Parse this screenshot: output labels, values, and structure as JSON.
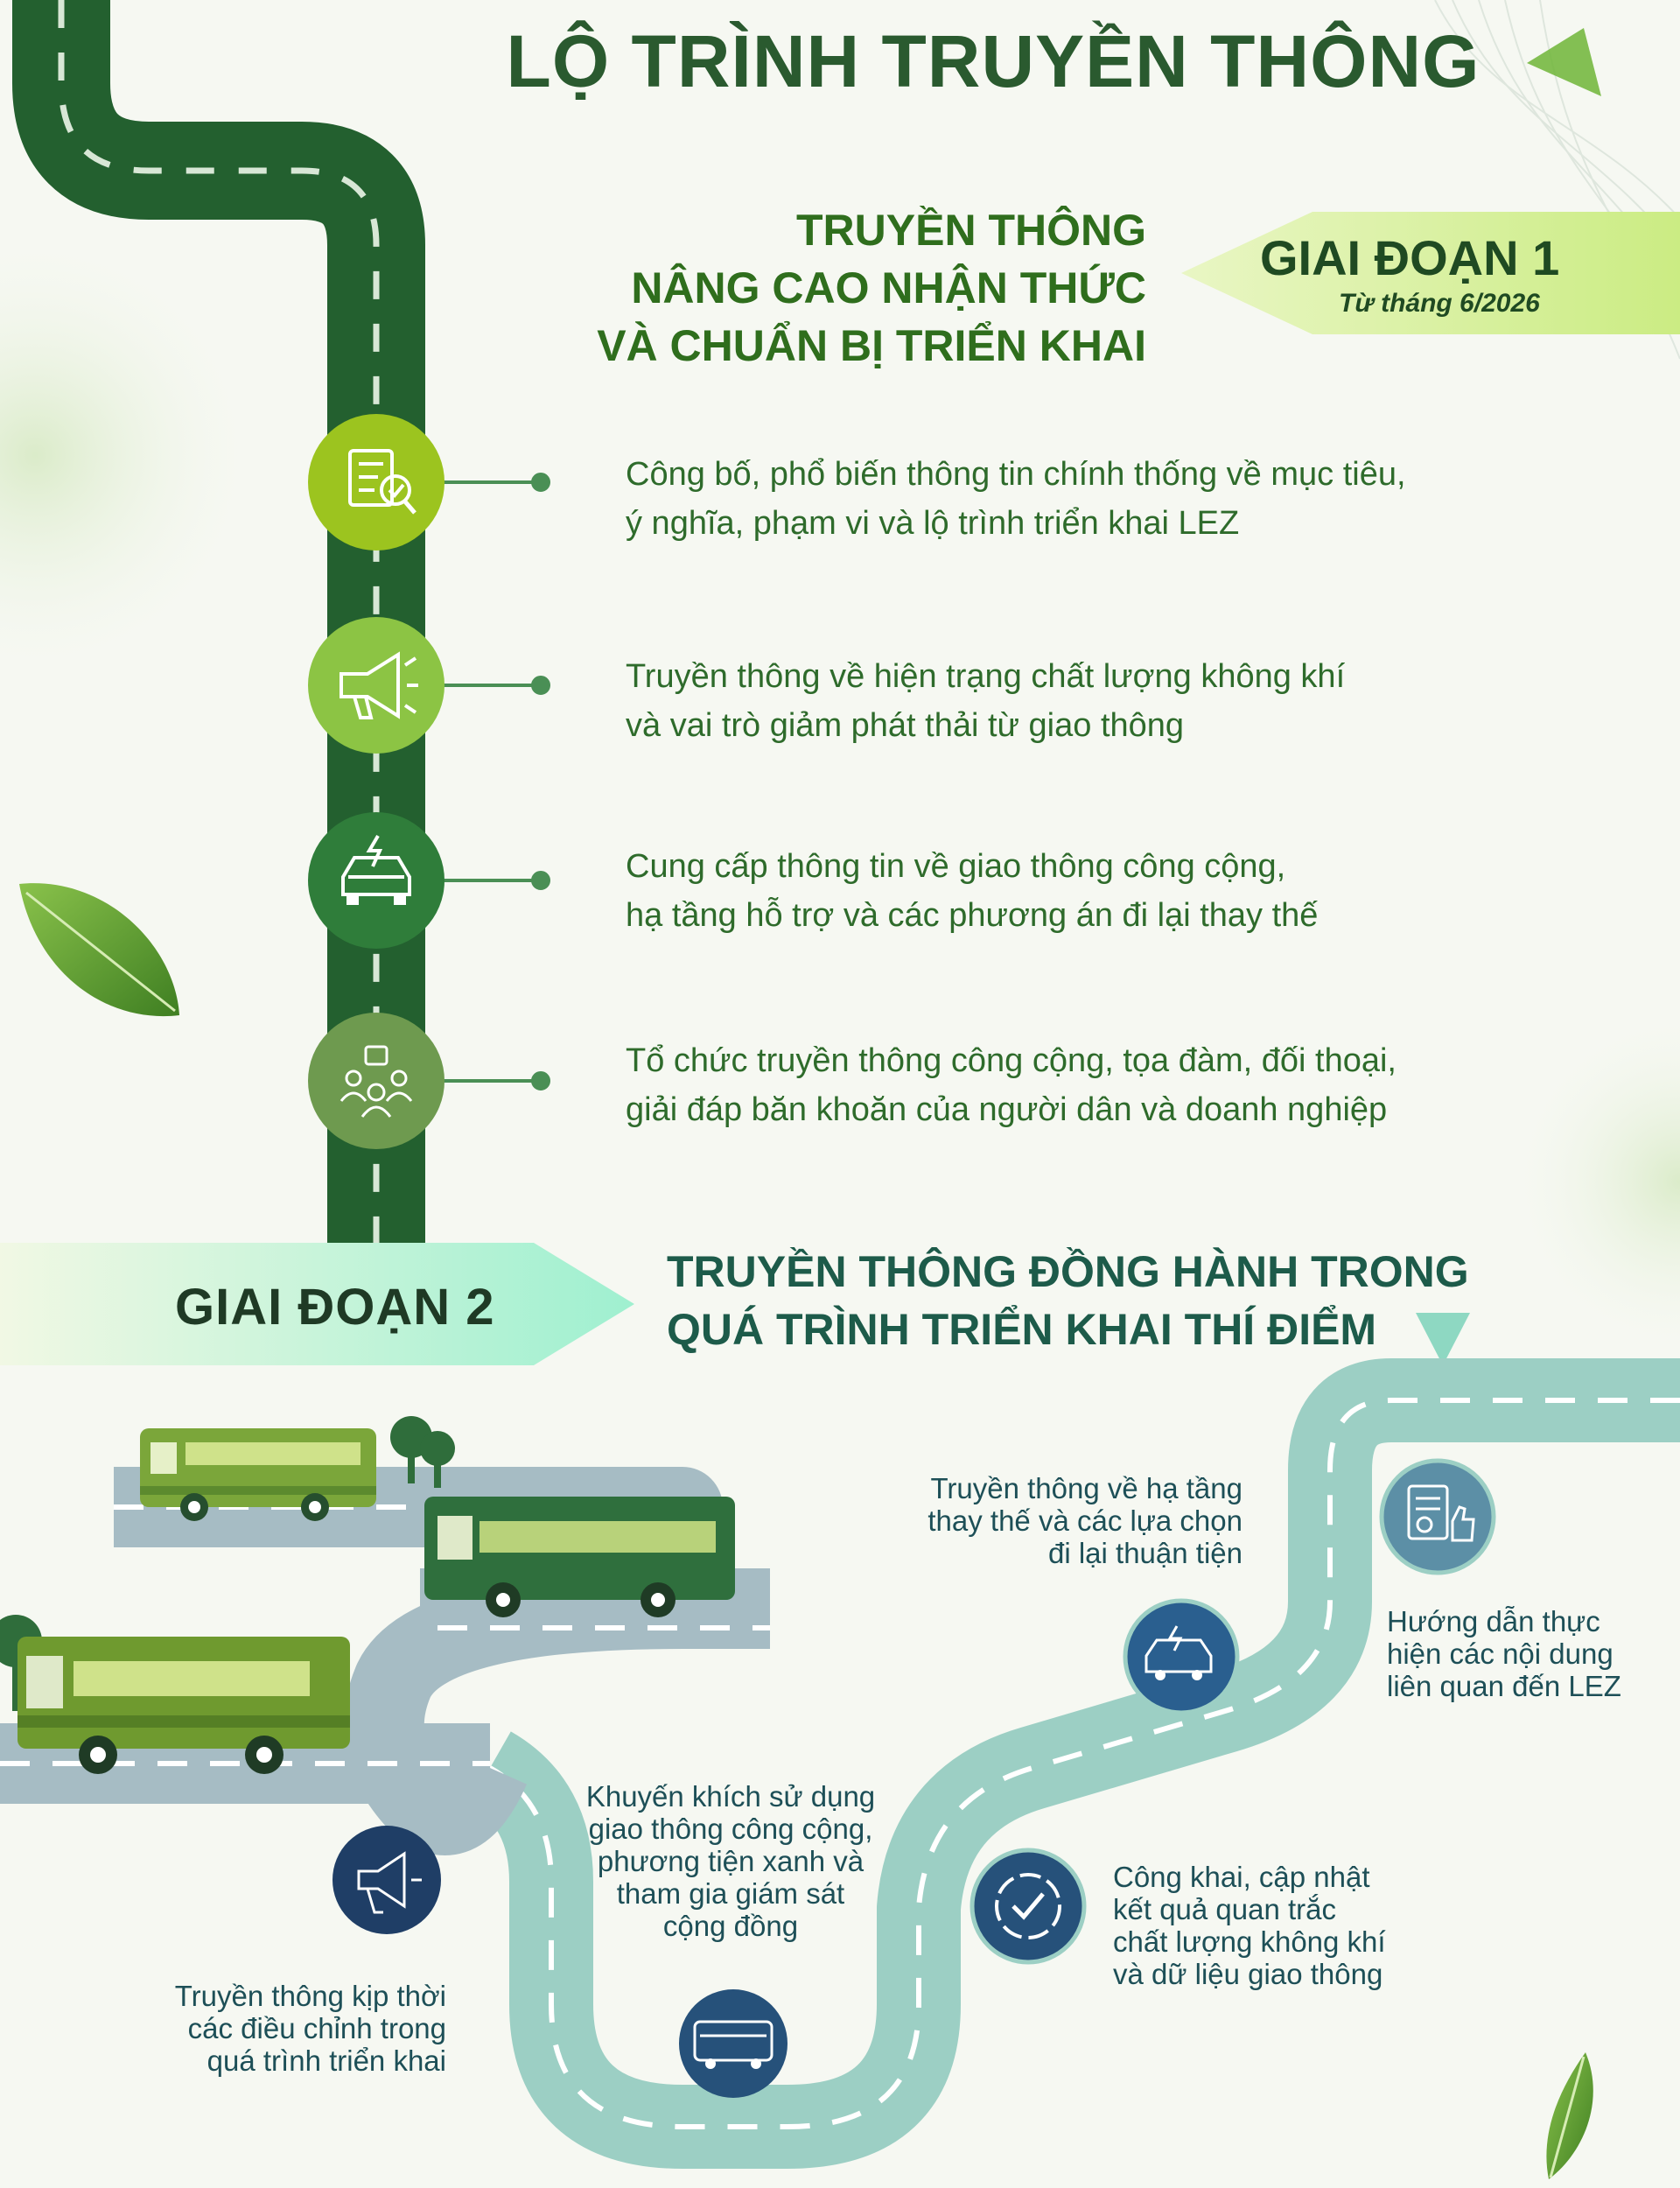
{
  "title": "LỘ TRÌNH TRUYỀN THÔNG",
  "phase1": {
    "label": "GIAI ĐOẠN 1",
    "date": "Từ tháng 6/2026",
    "title_lines": [
      "TRUYỀN THÔNG",
      "NÂNG CAO NHẬN THỨC",
      "VÀ CHUẨN BỊ TRIỂN KHAI"
    ],
    "items": [
      {
        "icon": "checklist-icon",
        "lines": [
          "Công bố, phổ biến thông tin chính thống về mục tiêu,",
          "ý nghĩa, phạm vi và lộ trình triển khai LEZ"
        ]
      },
      {
        "icon": "megaphone-icon",
        "lines": [
          "Truyền thông về hiện trạng chất lượng không khí",
          "và vai trò giảm phát thải từ giao thông"
        ]
      },
      {
        "icon": "electric-car-icon",
        "lines": [
          "Cung cấp thông tin về giao thông công cộng,",
          "hạ tầng hỗ trợ và các phương án đi lại thay thế"
        ]
      },
      {
        "icon": "people-network-icon",
        "lines": [
          "Tổ chức truyền thông công cộng, tọa đàm, đối thoại,",
          "giải đáp băn khoăn của người dân và doanh nghiệp"
        ]
      }
    ]
  },
  "phase2": {
    "label": "GIAI ĐOẠN 2",
    "title_lines": [
      "TRUYỀN THÔNG ĐỒNG HÀNH TRONG",
      "QUÁ TRÌNH TRIỂN KHAI THÍ ĐIỂM"
    ],
    "items": [
      {
        "icon": "megaphone-hand-icon",
        "lines": [
          "Truyền thông kịp thời",
          "các điều chỉnh trong",
          "quá trình triển khai"
        ]
      },
      {
        "icon": "bus-icon",
        "lines": [
          "Khuyến khích sử dụng",
          "giao thông công cộng,",
          "phương tiện xanh và",
          "tham gia giám sát",
          "cộng đồng"
        ]
      },
      {
        "icon": "check-cycle-icon",
        "lines": [
          "Công khai, cập nhật",
          "kết quả quan trắc",
          "chất lượng không khí",
          "và dữ liệu giao thông"
        ]
      },
      {
        "icon": "ev-charging-icon",
        "lines": [
          "Truyền thông về hạ tầng",
          "thay thế và các lựa chọn",
          "đi lại thuận tiện"
        ]
      },
      {
        "icon": "document-thumbs-up-icon",
        "lines": [
          "Hướng dẫn thực",
          "hiện các nội dung",
          "liên quan đến LEZ"
        ]
      }
    ]
  },
  "colors": {
    "road_dark": "#23602f",
    "road_teal": "#9ccfc4",
    "road_grey": "#a6bcc4",
    "text_green": "#2e6b2b",
    "text_teal": "#1d4f57",
    "icon_navy": "#26517a"
  }
}
